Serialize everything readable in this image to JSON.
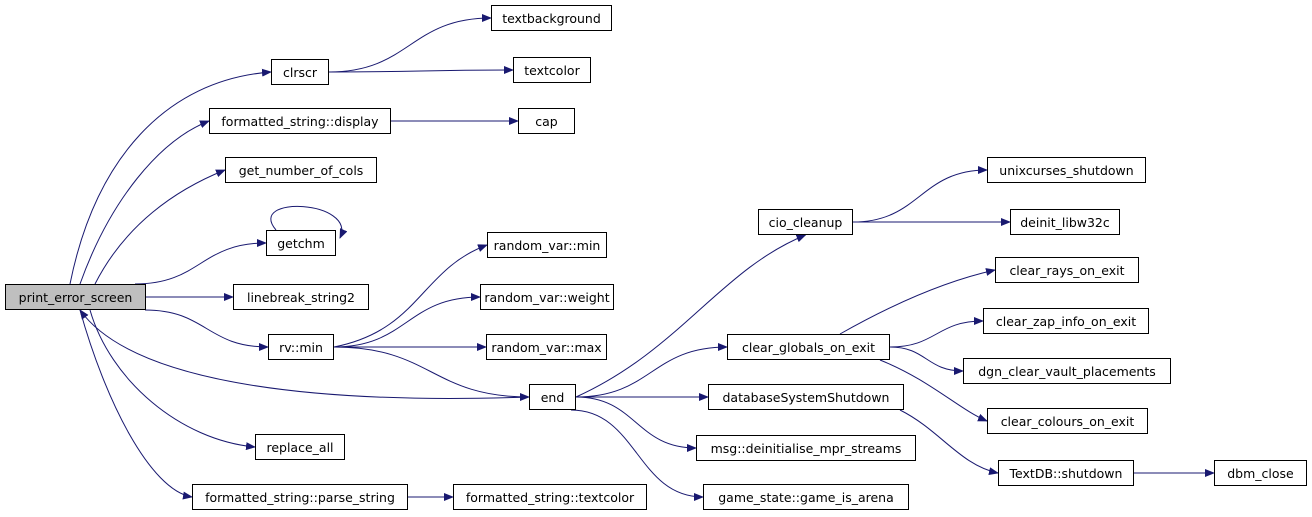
{
  "graph": {
    "edge_color": "#191970",
    "node_border_color": "#000000",
    "root_fill": "#bfbfbf",
    "nodes": {
      "print_error_screen": "print_error_screen",
      "clrscr": "clrscr",
      "textbackground": "textbackground",
      "textcolor": "textcolor",
      "fs_display": "formatted_string::display",
      "cap": "cap",
      "get_number_of_cols": "get_number_of_cols",
      "getchm": "getchm",
      "linebreak_string2": "linebreak_string2",
      "rv_min": "rv::min",
      "random_var_min": "random_var::min",
      "random_var_weight": "random_var::weight",
      "random_var_max": "random_var::max",
      "end": "end",
      "cio_cleanup": "cio_cleanup",
      "unixcurses_shutdown": "unixcurses_shutdown",
      "deinit_libw32c": "deinit_libw32c",
      "clear_globals_on_exit": "clear_globals_on_exit",
      "clear_rays_on_exit": "clear_rays_on_exit",
      "clear_zap_info_on_exit": "clear_zap_info_on_exit",
      "dgn_clear_vault_placements": "dgn_clear_vault_placements",
      "clear_colours_on_exit": "clear_colours_on_exit",
      "databaseSystemShutdown": "databaseSystemShutdown",
      "textdb_shutdown": "TextDB::shutdown",
      "dbm_close": "dbm_close",
      "msg_deinitialise": "msg::deinitialise_mpr_streams",
      "game_is_arena": "game_state::game_is_arena",
      "replace_all": "replace_all",
      "fs_parse_string": "formatted_string::parse_string",
      "fs_textcolor": "formatted_string::textcolor"
    },
    "edges": [
      [
        "print_error_screen",
        "clrscr"
      ],
      [
        "print_error_screen",
        "fs_display"
      ],
      [
        "print_error_screen",
        "get_number_of_cols"
      ],
      [
        "print_error_screen",
        "getchm"
      ],
      [
        "print_error_screen",
        "linebreak_string2"
      ],
      [
        "print_error_screen",
        "rv_min"
      ],
      [
        "print_error_screen",
        "replace_all"
      ],
      [
        "print_error_screen",
        "fs_parse_string"
      ],
      [
        "clrscr",
        "textbackground"
      ],
      [
        "clrscr",
        "textcolor"
      ],
      [
        "fs_display",
        "cap"
      ],
      [
        "getchm",
        "getchm"
      ],
      [
        "rv_min",
        "random_var_min"
      ],
      [
        "rv_min",
        "random_var_weight"
      ],
      [
        "rv_min",
        "random_var_max"
      ],
      [
        "rv_min",
        "end"
      ],
      [
        "end",
        "print_error_screen"
      ],
      [
        "end",
        "cio_cleanup"
      ],
      [
        "end",
        "clear_globals_on_exit"
      ],
      [
        "end",
        "databaseSystemShutdown"
      ],
      [
        "end",
        "msg_deinitialise"
      ],
      [
        "end",
        "game_is_arena"
      ],
      [
        "cio_cleanup",
        "unixcurses_shutdown"
      ],
      [
        "cio_cleanup",
        "deinit_libw32c"
      ],
      [
        "clear_globals_on_exit",
        "clear_rays_on_exit"
      ],
      [
        "clear_globals_on_exit",
        "clear_zap_info_on_exit"
      ],
      [
        "clear_globals_on_exit",
        "dgn_clear_vault_placements"
      ],
      [
        "clear_globals_on_exit",
        "clear_colours_on_exit"
      ],
      [
        "databaseSystemShutdown",
        "textdb_shutdown"
      ],
      [
        "textdb_shutdown",
        "dbm_close"
      ],
      [
        "fs_parse_string",
        "fs_textcolor"
      ]
    ]
  }
}
